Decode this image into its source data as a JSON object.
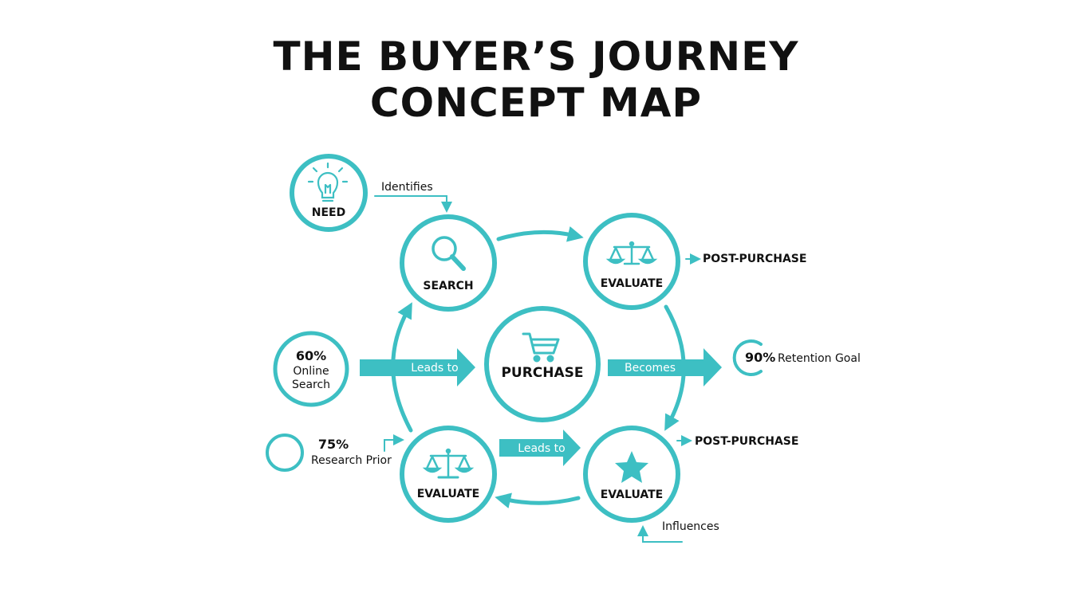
{
  "title": {
    "line1": "THE BUYER’S JOURNEY",
    "line2": "CONCEPT MAP"
  },
  "accent": "#3dbfc3",
  "nodes": {
    "need": {
      "label": "NEED",
      "icon": "lightbulb-icon"
    },
    "search": {
      "label": "SEARCH",
      "icon": "magnifier-icon"
    },
    "evaluate_top": {
      "label": "EVALUATE",
      "icon": "scales-icon"
    },
    "purchase": {
      "label": "PURCHASE",
      "icon": "cart-icon"
    },
    "evaluate_bottom_left": {
      "label": "EVALUATE",
      "icon": "scales-icon"
    },
    "evaluate_bottom_right": {
      "label": "EVALUATE",
      "icon": "star-icon"
    }
  },
  "edges": {
    "identifies": "Identifies",
    "leads_to_left": "Leads to",
    "becomes": "Becomes",
    "leads_to_bottom": "Leads to",
    "influences": "Influences",
    "post_purchase_top": "POST-PURCHASE",
    "post_purchase_bottom": "POST-PURCHASE"
  },
  "stats": {
    "online": {
      "value": "60%",
      "line1": "Online",
      "line2": "Search"
    },
    "research": {
      "value": "75%",
      "text": "Research Prior"
    },
    "retention": {
      "value": "90%",
      "text": "Retention Goal"
    }
  }
}
